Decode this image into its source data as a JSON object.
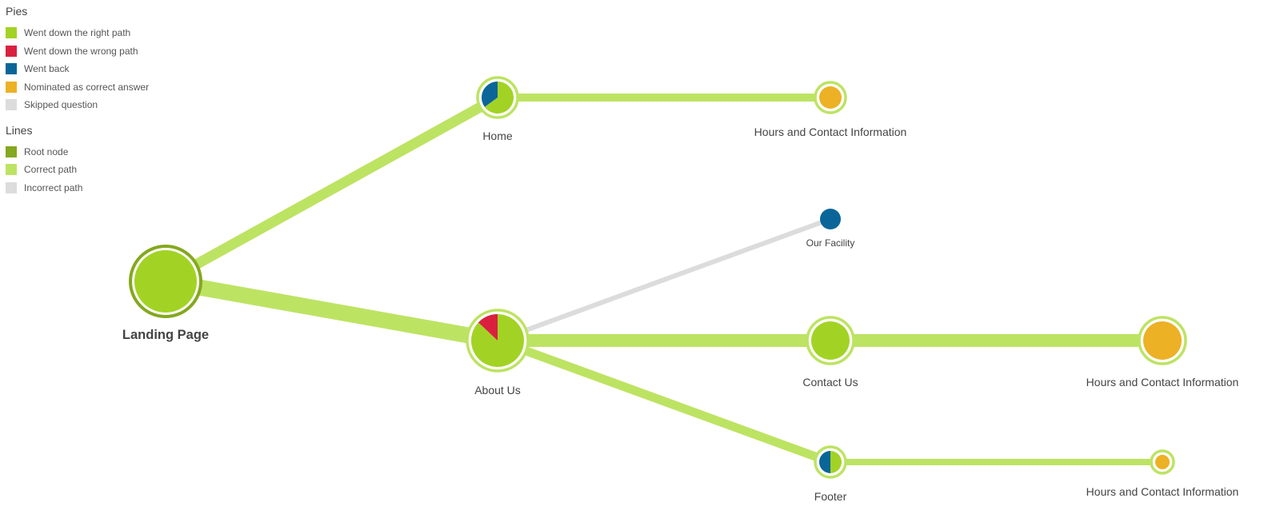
{
  "legend": {
    "pies_title": "Pies",
    "pies": [
      {
        "label": "Went down the right path",
        "color": "#a2d324"
      },
      {
        "label": "Went down the wrong path",
        "color": "#d9213f"
      },
      {
        "label": "Went back",
        "color": "#0a6699"
      },
      {
        "label": "Nominated as correct answer",
        "color": "#ecb125"
      },
      {
        "label": "Skipped question",
        "color": "#dcdcdc"
      }
    ],
    "lines_title": "Lines",
    "lines": [
      {
        "label": "Root node",
        "color": "#84a81e"
      },
      {
        "label": "Correct path",
        "color": "#bde363"
      },
      {
        "label": "Incorrect path",
        "color": "#dcdcdc"
      }
    ]
  },
  "colors": {
    "right": "#a2d324",
    "wrong": "#d9213f",
    "back": "#0a6699",
    "nominated": "#ecb125",
    "skipped": "#dcdcdc",
    "root_ring": "#84a81e",
    "correct_line": "#bde363",
    "incorrect_line": "#dcdcdc"
  },
  "tree": {
    "nodes": [
      {
        "id": "landing",
        "label": "Landing Page",
        "root": true,
        "pie": {
          "right": 1
        }
      },
      {
        "id": "home",
        "label": "Home",
        "pie": {
          "right": 0.65,
          "back": 0.35
        }
      },
      {
        "id": "home_hours",
        "label": "Hours and Contact Information",
        "pie": {
          "nominated": 1
        }
      },
      {
        "id": "about",
        "label": "About Us",
        "pie": {
          "right": 0.87,
          "wrong": 0.13
        }
      },
      {
        "id": "facility",
        "label": "Our Facility",
        "pie": {
          "back": 1
        }
      },
      {
        "id": "contact",
        "label": "Contact Us",
        "pie": {
          "right": 1
        }
      },
      {
        "id": "contact_hours",
        "label": "Hours and Contact Information",
        "pie": {
          "nominated": 1
        }
      },
      {
        "id": "footer",
        "label": "Footer",
        "pie": {
          "right": 0.5,
          "back": 0.5
        }
      },
      {
        "id": "footer_hours",
        "label": "Hours and Contact Information",
        "pie": {
          "nominated": 1
        }
      }
    ],
    "links": [
      {
        "from": "landing",
        "to": "home",
        "path": "correct"
      },
      {
        "from": "home",
        "to": "home_hours",
        "path": "correct"
      },
      {
        "from": "landing",
        "to": "about",
        "path": "correct"
      },
      {
        "from": "about",
        "to": "facility",
        "path": "incorrect"
      },
      {
        "from": "about",
        "to": "contact",
        "path": "correct"
      },
      {
        "from": "contact",
        "to": "contact_hours",
        "path": "correct"
      },
      {
        "from": "about",
        "to": "footer",
        "path": "correct"
      },
      {
        "from": "footer",
        "to": "footer_hours",
        "path": "correct"
      }
    ]
  }
}
